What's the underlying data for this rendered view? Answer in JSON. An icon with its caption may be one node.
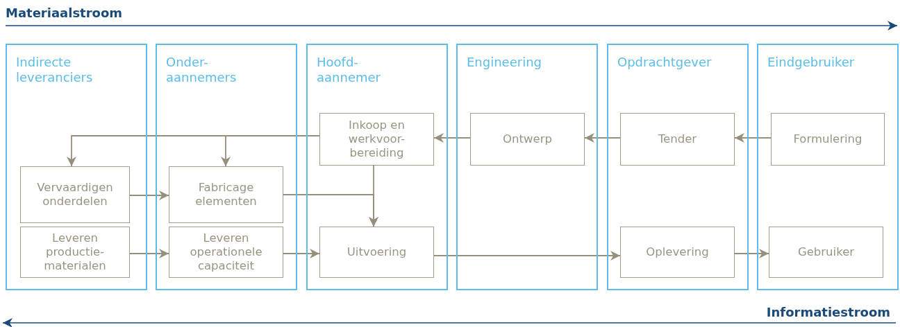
{
  "diagram": {
    "nodes": [
      {
        "text": [
          "Indirecte leveranciers"
        ]
      },
      {
        "text": [
          "Vervaardigen onderdelen"
        ],
        "in": 0
      },
      {
        "text": [
          "Leveren productie- materialen"
        ],
        "in": 0
      },
      {
        "text": [
          "Onder- aannemers"
        ]
      },
      {
        "text": [
          "Fabricage elementen"
        ],
        "in": 3
      },
      {
        "text": [
          "Leveren operationele capaciteit"
        ],
        "in": 3
      },
      {
        "text": [
          "Hoofd- aannemer"
        ]
      },
      {
        "text": [
          "Inkoop en werkvoor- bereiding"
        ],
        "in": 6
      },
      {
        "text": [
          "Uitvoering"
        ],
        "in": 6
      },
      {
        "text": [
          "Engineering"
        ]
      },
      {
        "text": [
          "Ontwerp"
        ],
        "in": 9
      },
      {
        "text": [
          "Opdrachtgever"
        ]
      },
      {
        "text": [
          "Tender"
        ],
        "in": 11
      },
      {
        "text": [
          "Oplevering"
        ],
        "in": 11
      },
      {
        "text": [
          "Eindgebruiker"
        ]
      },
      {
        "text": [
          "Formulering"
        ],
        "in": 14
      },
      {
        "text": [
          "Gebruiker"
        ],
        "in": 14
      }
    ],
    "edges": [
      {
        "from": 15,
        "to": 12,
        "arrow": "to"
      },
      {
        "from": 12,
        "to": 10,
        "arrow": "to"
      },
      {
        "from": 10,
        "to": 7,
        "arrow": "to"
      },
      {
        "from": 7,
        "to": 1,
        "arrow": "to"
      },
      {
        "from": 7,
        "to": 4,
        "arrow": "to"
      },
      {
        "from": 7,
        "to": 8,
        "arrow": "to"
      },
      {
        "from": 1,
        "to": 4,
        "arrow": "to"
      },
      {
        "from": 2,
        "to": 5,
        "arrow": "to"
      },
      {
        "from": 4,
        "to": 8,
        "arrow": "to"
      },
      {
        "from": 5,
        "to": 8,
        "arrow": "to"
      },
      {
        "from": 8,
        "to": 13,
        "arrow": "to"
      },
      {
        "from": 13,
        "to": 16,
        "arrow": "to"
      }
    ],
    "labels": [
      "Materiaalstroom",
      "Informatiestroom"
    ]
  }
}
